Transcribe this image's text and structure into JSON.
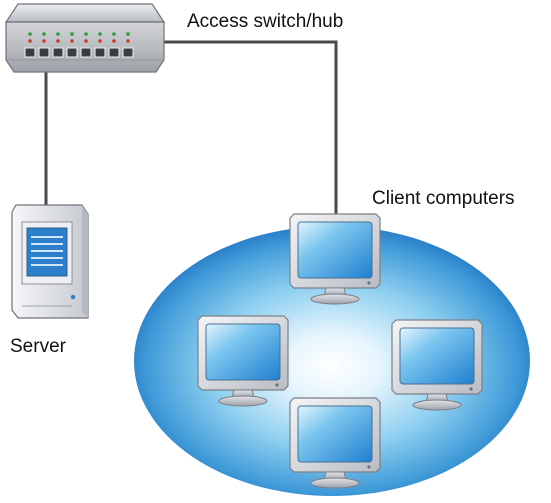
{
  "labels": {
    "switch": "Access switch/hub",
    "clients": "Client computers",
    "server": "Server"
  },
  "colors": {
    "cable": "#4a4a4a",
    "switch_body": "#c9cbce",
    "led_green": "#2e9b3a",
    "led_red": "#d23a2a",
    "ellipse_center": "#ffffff",
    "ellipse_mid": "#9fd6f2",
    "ellipse_edge": "#1f78c6",
    "monitor_bezel": "#d6d9de",
    "monitor_screen": "#2a8fd8",
    "server_case": "#e8e9ec"
  },
  "icons": {
    "switch": "network-switch-icon",
    "server": "server-tower-icon",
    "client": "monitor-icon"
  },
  "switch_ports": 8
}
